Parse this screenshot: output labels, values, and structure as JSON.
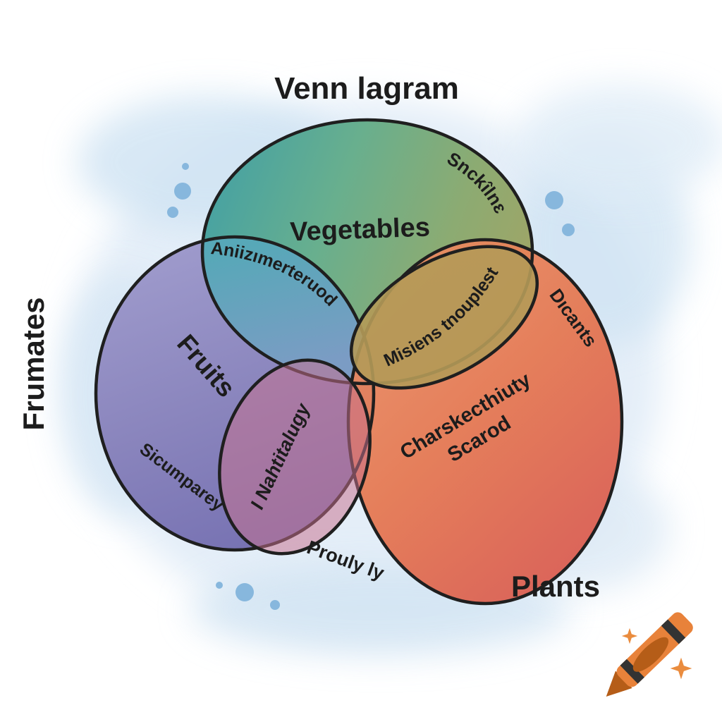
{
  "title": "Venn lagram",
  "side_label": "Frumates",
  "sets": {
    "vegetables": {
      "label": "Vegetables",
      "color_left": "#47a2a2",
      "color_right": "#a2a465"
    },
    "fruits": {
      "label": "Fruits",
      "color": "#8a85bd"
    },
    "plants": {
      "label": "Plants",
      "color": "#e5764f"
    }
  },
  "regions": {
    "snckilne": {
      "text": "Snckîlnɛ"
    },
    "aniizimerteruod": {
      "text": "Aniizımerteruod",
      "color": "#7b9cc4"
    },
    "misiens": {
      "text": "Misiens tnouplest",
      "color": "#b49a58"
    },
    "dicants": {
      "text": "Dıcants"
    },
    "charskecthiuty": {
      "line1": "Charskecthiuty",
      "line2": "Scarod"
    },
    "nahtitalugy": {
      "text": "I Nahtitalugy",
      "color": "#b07ba1"
    },
    "sicumparey": {
      "text": "Sicumparey"
    },
    "prouly": {
      "text": "Prouly ly"
    }
  },
  "colors": {
    "dot": "#87b7dd",
    "stroke": "#1f1f1f",
    "text": "#1c1c1c",
    "background_wash": "#dce9f5",
    "crayon_body": "#e8823a",
    "crayon_dark": "#b55d18",
    "crayon_stripe": "#333333",
    "sparkle": "#ea8c3e"
  },
  "logo": {
    "name": "crayon watermark"
  }
}
